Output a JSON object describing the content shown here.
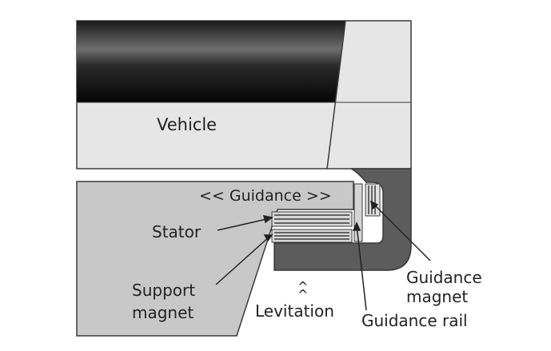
{
  "labels": {
    "vehicle": "Vehicle",
    "guidance": "<< Guidance >>",
    "stator": "Stator",
    "support_magnet_line1": "Support",
    "support_magnet_line2": "magnet",
    "levitation_arrow": "^",
    "levitation": "Levitation",
    "guidance_magnet_line1": "Guidance",
    "guidance_magnet_line2": "magnet",
    "guidance_rail": "Guidance rail"
  },
  "colors": {
    "vehicle_body": "#e6e6e6",
    "track": "#c8c8c8",
    "magnet_housing": "#5c5c5c",
    "outline": "#3a3a3a"
  }
}
